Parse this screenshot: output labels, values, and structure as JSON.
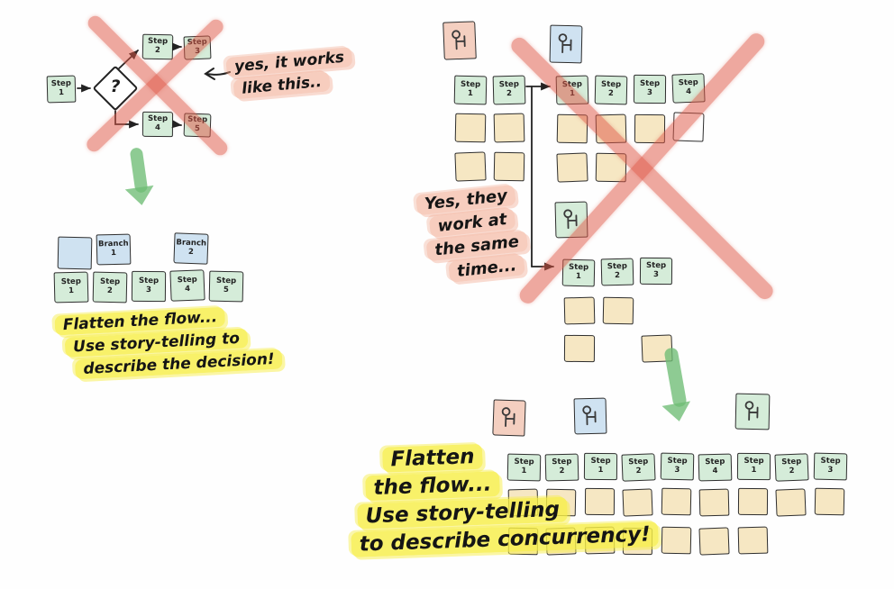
{
  "colors": {
    "note_green": "#d5ecd9",
    "note_tan": "#f6e7c3",
    "note_blue": "#cfe2f1",
    "note_orange": "#f4cfc0",
    "highlight_yellow": "#f7ee48",
    "highlight_salmon": "#f09c7d",
    "cross_red": "#df5947",
    "arrow_green": "#6ebd74"
  },
  "crossed_flowchart": {
    "start": "Step\n1",
    "decision": "?",
    "branch_top": [
      "Step\n2",
      "Step\n3"
    ],
    "branch_bottom": [
      "Step\n4",
      "Step\n5"
    ]
  },
  "annotations": {
    "works_like_this": [
      "yes, it works",
      "like this.."
    ],
    "same_time": [
      "Yes, they",
      "work at",
      "the same",
      "time..."
    ],
    "flatten_decision": [
      "Flatten the flow...",
      "Use story-telling to",
      "describe the decision!"
    ],
    "flatten_concurrency": [
      "Flatten",
      "the flow...",
      "Use story-telling",
      "to describe concurrency!"
    ]
  },
  "flattened_decision": {
    "branch_row": [
      "Branch\n1",
      "Branch\n2"
    ],
    "step_row": [
      "Step\n1",
      "Step\n2",
      "Step\n3",
      "Step\n4",
      "Step\n5"
    ]
  },
  "swimlanes": {
    "actor1": {
      "icon": "person-icon"
    },
    "actor2": {
      "icon": "person-icon"
    },
    "actor3": {
      "icon": "person-icon"
    },
    "actor1_steps": [
      "Step\n1",
      "Step\n2"
    ],
    "actor2_steps": [
      "Step\n1",
      "Step\n2",
      "Step\n3",
      "Step\n4"
    ],
    "actor3_steps": [
      "Step\n1",
      "Step\n2",
      "Step\n3"
    ]
  },
  "flattened_concurrency": {
    "step_row": [
      "Step\n1",
      "Step\n2",
      "Step\n1",
      "Step\n2",
      "Step\n3",
      "Step\n4",
      "Step\n1",
      "Step\n2",
      "Step\n3"
    ]
  }
}
